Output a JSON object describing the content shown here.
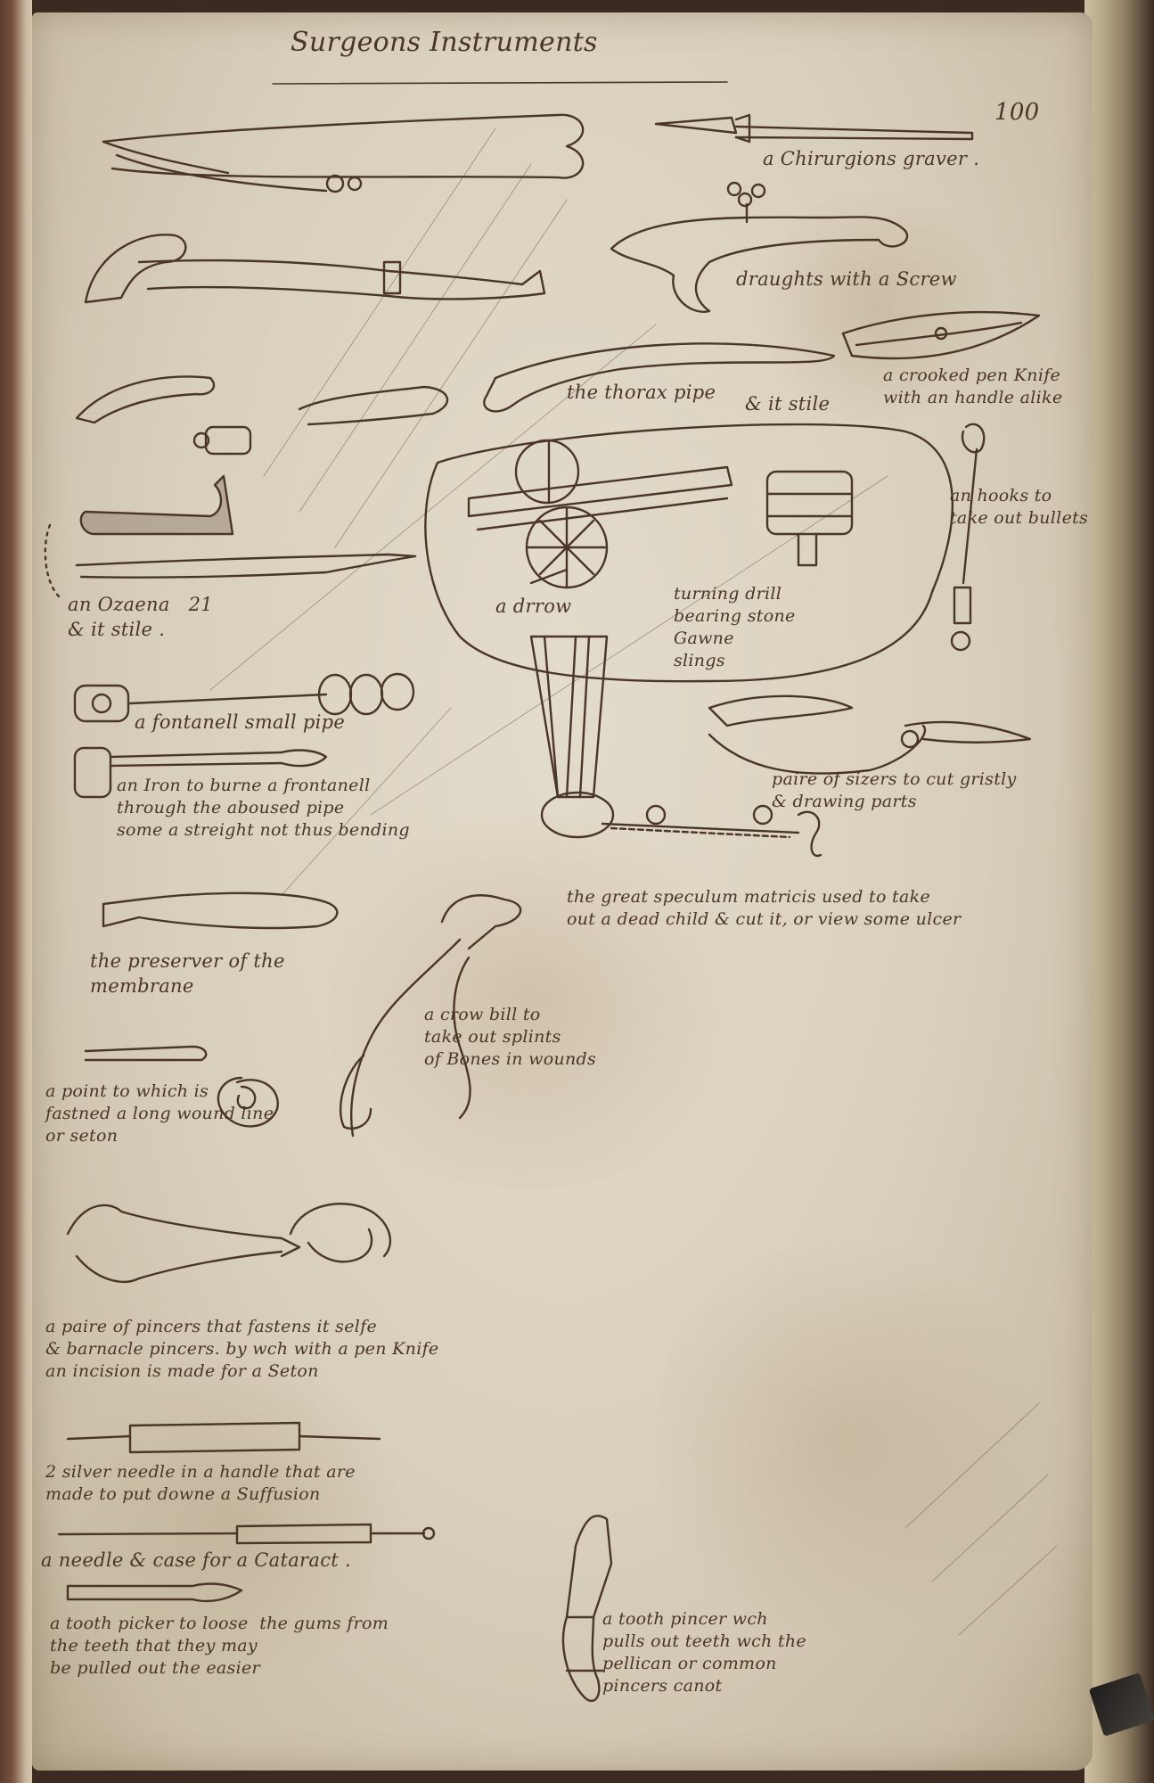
{
  "title": "Surgeons Instruments",
  "page_number": "100",
  "labels": {
    "grater": "a Chirurgions graver .",
    "draughts": "draughts with a Screw",
    "pen_knife": "a crooked pen Knife\nwith an handle alike",
    "thorax_pipe": "the thorax pipe",
    "it_stile_1": "& it stile",
    "hooks": "an hooks to\ntake out bullets",
    "ozaena": "an Ozaena   21\n& it stile .",
    "arrow": "a drrow",
    "turning_drill": "turning drill\nbearing stone\nGawne\nslings",
    "fontanell_pipe": "a fontanell small pipe",
    "iron_burne": "an Iron to burne a frontanell\nthrough the aboused pipe\nsome a streight not thus bending",
    "scissors": "paire of sizers to cut gristly\n& drawing parts",
    "speculum": "the great speculum matricis used to take\nout a dead child & cut it, or view some ulcer",
    "membrane": "the preserver of the\nmembrane",
    "crow_bill": "a crow bill to\ntake out splints\nof Bones in wounds",
    "point": "a point to which is\nfastned a long wound line\nor seton",
    "pincers": "a paire of pincers that fastens it selfe\n& barnacle pincers. by wch with a pen Knife\nan incision is made for a Seton",
    "silver_needle": "2 silver needle in a handle that are\nmade to put downe a Suffusion",
    "needle_case": "a needle & case for a Cataract .",
    "tooth_picker": "a tooth picker to loose  the gums from\nthe teeth that they may\nbe pulled out the easier",
    "tooth_pincer": "a tooth pincer wch\npulls out teeth wch the\npellican or common\npincers canot"
  }
}
